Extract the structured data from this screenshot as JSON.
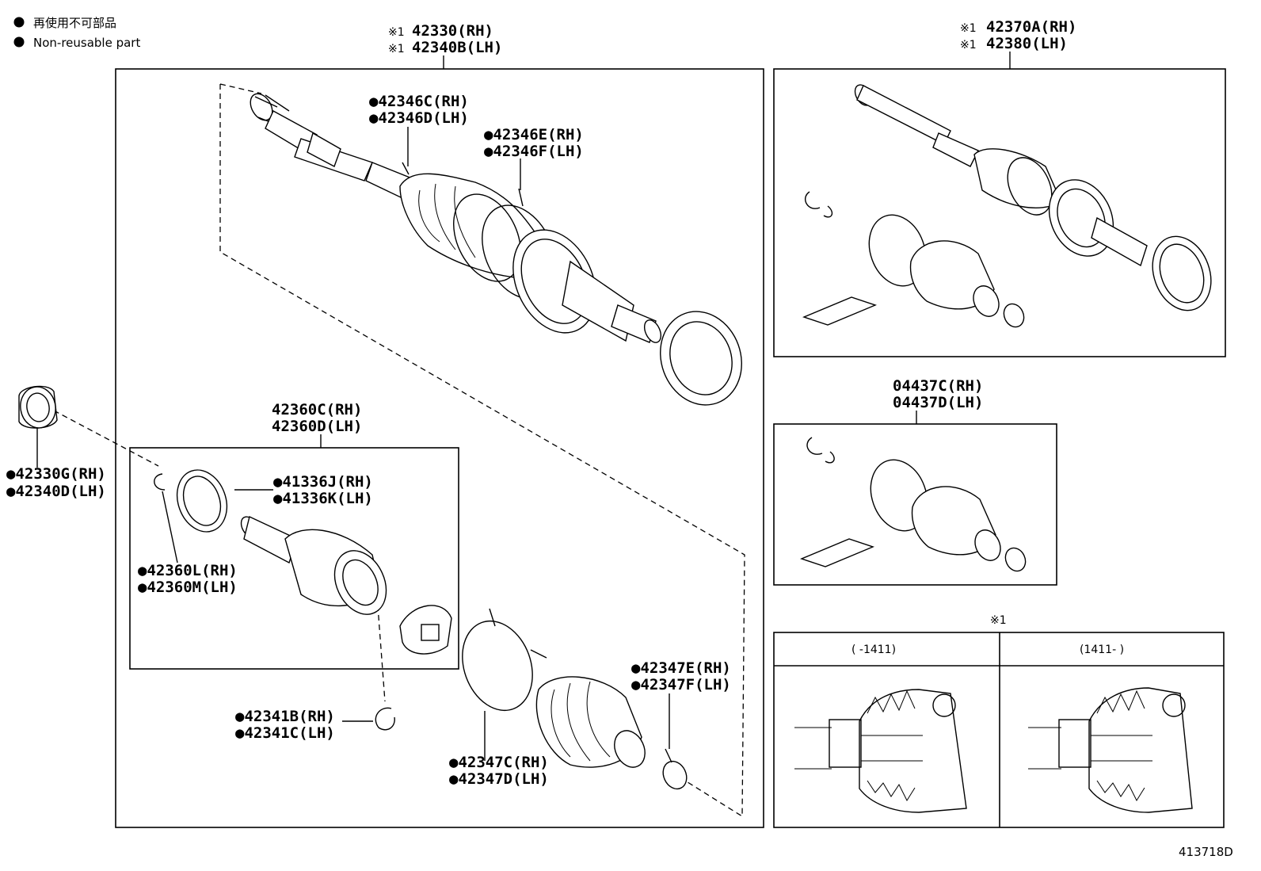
{
  "legend": {
    "jp_label": "再使用不可部品",
    "en_label": "Non-reusable part"
  },
  "drawing_id": "413718D",
  "main_assembly": {
    "mark": "※1",
    "rh": "42330(RH)",
    "lh": "42340B(LH)"
  },
  "parts": {
    "p42346c": "●42346C(RH)",
    "p42346d": "●42346D(LH)",
    "p42346e": "●42346E(RH)",
    "p42346f": "●42346F(LH)",
    "p42360c": "42360C(RH)",
    "p42360d": "42360D(LH)",
    "p41336j": "●41336J(RH)",
    "p41336k": "●41336K(LH)",
    "p42360l": "●42360L(RH)",
    "p42360m": "●42360M(LH)",
    "p42330g": "●42330G(RH)",
    "p42340d": "●42340D(LH)",
    "p42341b": "●42341B(RH)",
    "p42341c": "●42341C(LH)",
    "p42347c": "●42347C(RH)",
    "p42347d": "●42347D(LH)",
    "p42347e": "●42347E(RH)",
    "p42347f": "●42347F(LH)"
  },
  "right_assembly": {
    "mark": "※1",
    "rh": "42370A(RH)",
    "lh": "42380(LH)"
  },
  "boot_kit": {
    "rh": "04437C(RH)",
    "lh": "04437D(LH)"
  },
  "variants": {
    "mark": "※1",
    "left_range": "(      -1411)",
    "right_range": "(1411-      )"
  }
}
